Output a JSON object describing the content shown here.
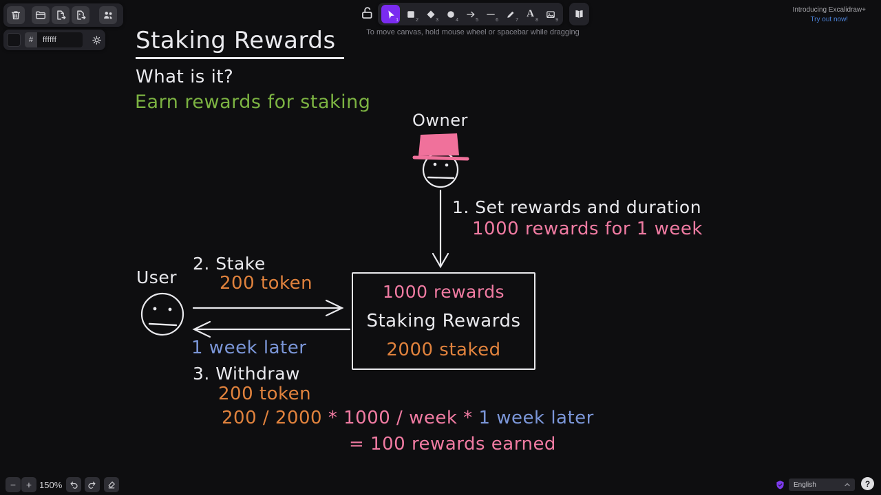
{
  "left_panel": {
    "hex_prefix": "#",
    "hex_value": "ffffff"
  },
  "toolbar": {
    "tools": [
      {
        "name": "selection",
        "number": "1"
      },
      {
        "name": "rectangle",
        "number": "2"
      },
      {
        "name": "diamond",
        "number": "3"
      },
      {
        "name": "ellipse",
        "number": "4"
      },
      {
        "name": "arrow",
        "number": "5"
      },
      {
        "name": "line",
        "number": "6"
      },
      {
        "name": "draw",
        "number": "7"
      },
      {
        "name": "text",
        "number": "8"
      },
      {
        "name": "image",
        "number": "9"
      }
    ],
    "text_tool_glyph": "A"
  },
  "hint": "To move canvas, hold mouse wheel or spacebar while dragging",
  "promo": {
    "title": "Introducing Excalidraw+",
    "link": "Try out now!"
  },
  "footer": {
    "minus": "−",
    "plus": "+",
    "zoom_level": "150%",
    "language": "English",
    "help": "?"
  },
  "canvas": {
    "title": "Staking Rewards",
    "question": "What is it?",
    "answer": "Earn rewards for staking",
    "owner_label": "Owner",
    "user_label": "User",
    "step1": "1. Set rewards and duration",
    "step1_detail": "1000 rewards for 1 week",
    "step2": "2. Stake",
    "step2_detail": "200 token",
    "week_later": "1 week later",
    "step3": "3. Withdraw",
    "step3_detail": "200 token",
    "box": {
      "rewards": "1000 rewards",
      "name": "Staking Rewards",
      "staked": "2000 staked"
    },
    "formula": {
      "orange_part": "200 / 2000",
      "pink_part": " * 1000 / week * ",
      "blue_part": "1 week later",
      "result": "= 100 rewards earned"
    },
    "colors": {
      "stroke_white": "#e9e9ed",
      "green": "#7cb342",
      "pink": "#f07ba2",
      "orange": "#e0823d",
      "blue": "#7b96d8",
      "accent_purple": "#7a2bf0"
    }
  }
}
